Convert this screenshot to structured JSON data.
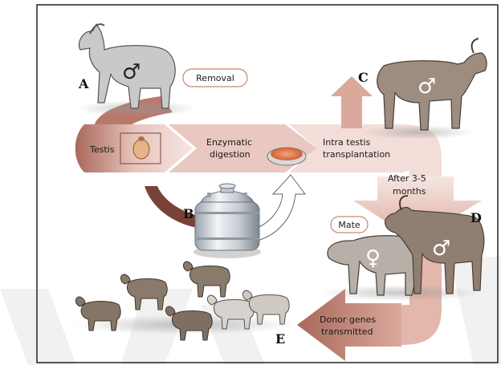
{
  "labels": {
    "removal": "Removal",
    "testis": "Testis",
    "enzymatic_line1": "Enzymatic",
    "enzymatic_line2": "digestion",
    "intra_line1": "Intra testis",
    "intra_line2": "transplantation",
    "after_line1": "After 3-5",
    "after_line2": "months",
    "mate": "Mate",
    "donor_line1": "Donor genes",
    "donor_line2": "transmitted"
  },
  "letters": {
    "a": "A",
    "b": "B",
    "c": "C",
    "d": "D",
    "e": "E"
  },
  "symbols": {
    "male": "♂",
    "female": "♀"
  },
  "colors": {
    "arrow_light": "#f3ddd8",
    "arrow_dark": "#a8685a",
    "goat_grey": "#b9b9b9",
    "goat_brown": "#9a8a7a",
    "kid_brown": "#8a7a6c",
    "pill_border": "#c9876f"
  }
}
